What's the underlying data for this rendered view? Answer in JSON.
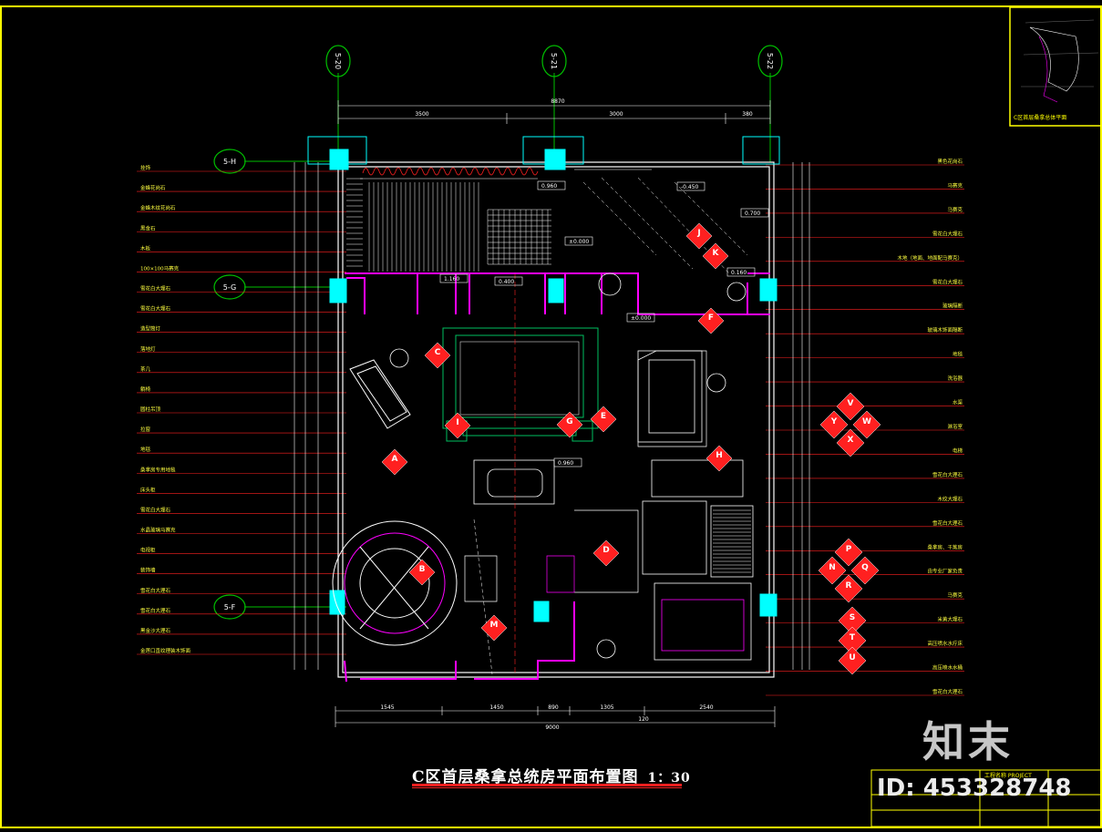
{
  "drawing": {
    "title": "C区首层桑拿总统房平面布置图",
    "scale": "1：30",
    "brand": "知末",
    "id_label": "ID: 453328748",
    "keyplan_caption": "C区首层桑拿总体平面",
    "titleblock": {
      "project": "工程名称 PROJECT"
    }
  },
  "grid_axes": {
    "vertical": [
      "5-20",
      "5-21",
      "5-22"
    ],
    "horizontal": [
      "5-H",
      "5-G",
      "5-F"
    ]
  },
  "dimensions": {
    "top_total": "8870",
    "top_segments": [
      "3500",
      "3000",
      "380"
    ],
    "bottom_segments": [
      "1545",
      "1450",
      "890",
      "1305",
      "2540"
    ],
    "bottom_total": "9000",
    "bottom_small": "120"
  },
  "left_notes": [
    "挂饰",
    "金蜂花岗石",
    "金蜂木纹花岗石",
    "黑金石",
    "木板",
    "100×100马赛克",
    "雪花白大理石",
    "雪花白大理石",
    "造型筒灯",
    "落地灯",
    "茶几",
    "躺椅",
    "圆柱吊顶",
    "拉窗",
    "地毯",
    "桑拿房专用地毯",
    "床头柜",
    "雪花白大理石",
    "水晶玻璃马赛克",
    "电视柜",
    "装饰墙",
    "雪花白大理石",
    "雪花白大理石",
    "黑金沙大理石",
    "金莲口直纹理装木饰面"
  ],
  "right_notes": [
    "黑色花岗石",
    "马赛克",
    "马赛克",
    "雪花白大理石",
    "木地（地面、地面配马赛克）",
    "雪花白大理石",
    "玻璃隔断",
    "玻璃木饰面隔断",
    "地毯",
    "洗浴器",
    "水渠",
    "淋浴室",
    "电梯",
    "雪花白大理石",
    "木纹大理石",
    "雪花白大理石",
    "桑拿房、干蒸房",
    "由专业厂家负责",
    "马赛克",
    "米黄大理石",
    "高压喷水水疗床",
    "高压喷水水桶",
    "雪花白大理石"
  ],
  "elevation_markers": [
    "A",
    "B",
    "C",
    "D",
    "E",
    "F",
    "G",
    "H",
    "I",
    "J",
    "K",
    "M"
  ],
  "marker_groups": [
    [
      "V",
      "Y",
      "W",
      "X"
    ],
    [
      "P",
      "N",
      "Q",
      "R"
    ],
    [
      "S",
      "T",
      "U"
    ]
  ],
  "levels": [
    "±0.000",
    "0.960",
    "-0.450",
    "0.160",
    "0.400",
    "1.160",
    "0.700"
  ],
  "colors": {
    "wall": "#ff00ff",
    "grid": "#00ff00",
    "column": "#00ffff",
    "annotation": "#ff2020",
    "dim": "#ffff00"
  }
}
